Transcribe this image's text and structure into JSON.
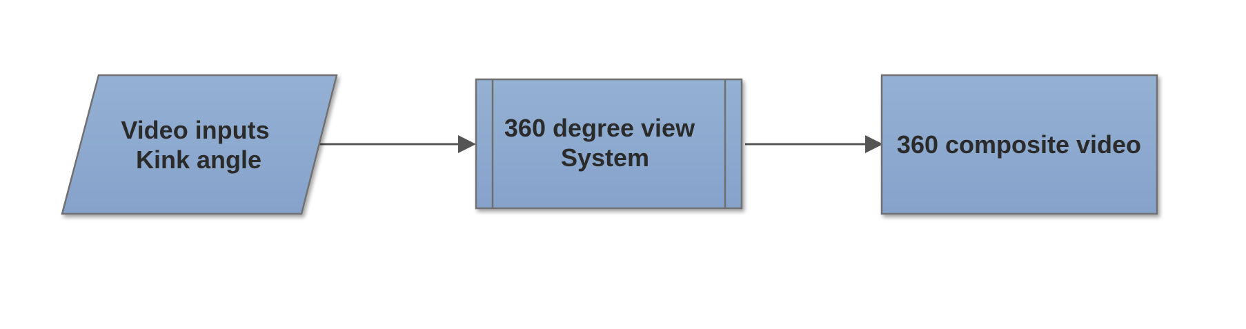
{
  "diagram": {
    "colors": {
      "node_fill_top": "#94b1d3",
      "node_fill_bottom": "#86a2cb",
      "node_stroke": "#6f6f6f",
      "arrow": "#555555",
      "text": "#2b2b2b"
    },
    "nodes": [
      {
        "id": "input",
        "shape": "parallelogram",
        "kind": "data",
        "lines": [
          "Video inputs",
          "Kink angle"
        ]
      },
      {
        "id": "process",
        "shape": "predefined-process",
        "kind": "subprocess",
        "lines": [
          "360 degree view",
          "System"
        ]
      },
      {
        "id": "output",
        "shape": "rectangle",
        "kind": "process",
        "lines": [
          "360 composite video"
        ]
      }
    ],
    "edges": [
      {
        "from": "input",
        "to": "process"
      },
      {
        "from": "process",
        "to": "output"
      }
    ]
  }
}
